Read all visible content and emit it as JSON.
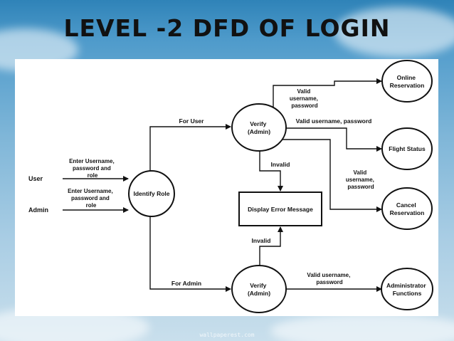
{
  "title": "LEVEL -2 DFD OF LOGIN",
  "watermark": "wallpaperest.com",
  "entities": {
    "user": "User",
    "admin": "Admin"
  },
  "processes": {
    "identify_role": "Identify Role",
    "verify_user": [
      "Verify",
      "(Admin)"
    ],
    "verify_admin": [
      "Verify",
      "(Admin)"
    ],
    "online_reservation": [
      "Online",
      "Reservation"
    ],
    "flight_status": "Flight Status",
    "cancel_reservation": [
      "Cancel",
      "Reservation"
    ],
    "administrator_functions": [
      "Administrator",
      "Functions"
    ]
  },
  "error_box": "Display Error Message",
  "flows": {
    "user_input": [
      "Enter Username,",
      "password and",
      "role"
    ],
    "admin_input": [
      "Enter Username,",
      "password and",
      "role"
    ],
    "for_user": "For User",
    "for_admin": "For Admin",
    "valid_to_online": [
      "Valid",
      "username,",
      "password"
    ],
    "valid_to_flight": "Valid username, password",
    "valid_to_cancel": [
      "Valid",
      "username,",
      "password"
    ],
    "invalid_user": "Invalid",
    "invalid_admin": "Invalid",
    "valid_to_admin_fn": [
      "Valid username,",
      "password"
    ]
  },
  "colors": {
    "line": "#111111",
    "panel": "#ffffff"
  }
}
